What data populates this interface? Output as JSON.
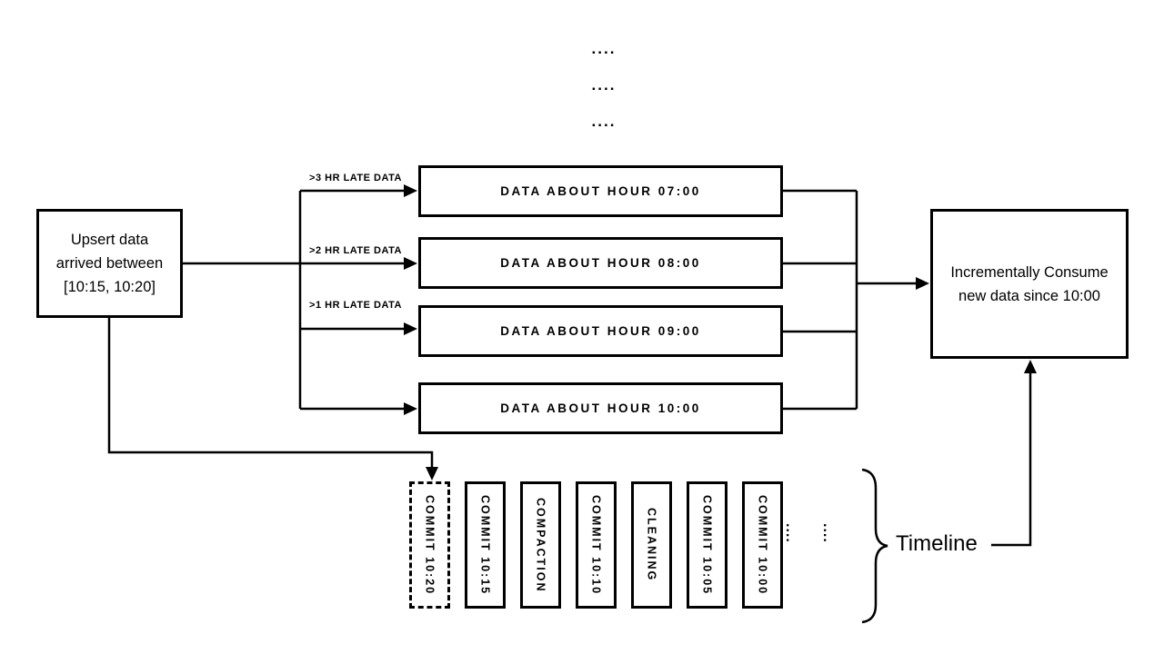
{
  "diagram": {
    "top_dots": [
      "....",
      "....",
      "...."
    ],
    "upsert_box": {
      "text": "Upsert data\narrived between\n[10:15, 10:20]"
    },
    "late_labels": [
      {
        "text": ">3 HR LATE DATA"
      },
      {
        "text": ">2 HR LATE DATA"
      },
      {
        "text": ">1 HR LATE DATA"
      }
    ],
    "hour_boxes": [
      {
        "text": "DATA ABOUT HOUR 07:00"
      },
      {
        "text": "DATA ABOUT HOUR 08:00"
      },
      {
        "text": "DATA ABOUT HOUR 09:00"
      },
      {
        "text": "DATA ABOUT HOUR 10:00"
      }
    ],
    "consume_box": {
      "text": "Incrementally Consume\nnew data since 10:00"
    },
    "timeline": {
      "entries": [
        {
          "label": "COMMIT  10:20",
          "dashed": true
        },
        {
          "label": "COMMIT  10:15",
          "dashed": false
        },
        {
          "label": "COMPACTION",
          "dashed": false
        },
        {
          "label": "COMMIT  10:10",
          "dashed": false
        },
        {
          "label": "CLEANING",
          "dashed": false
        },
        {
          "label": "COMMIT  10:05",
          "dashed": false
        },
        {
          "label": "COMMIT  10:00",
          "dashed": false
        }
      ],
      "ellipsis": [
        "....",
        "...."
      ],
      "label": "Timeline"
    },
    "colors": {
      "stroke": "#000000",
      "background": "#ffffff"
    }
  }
}
